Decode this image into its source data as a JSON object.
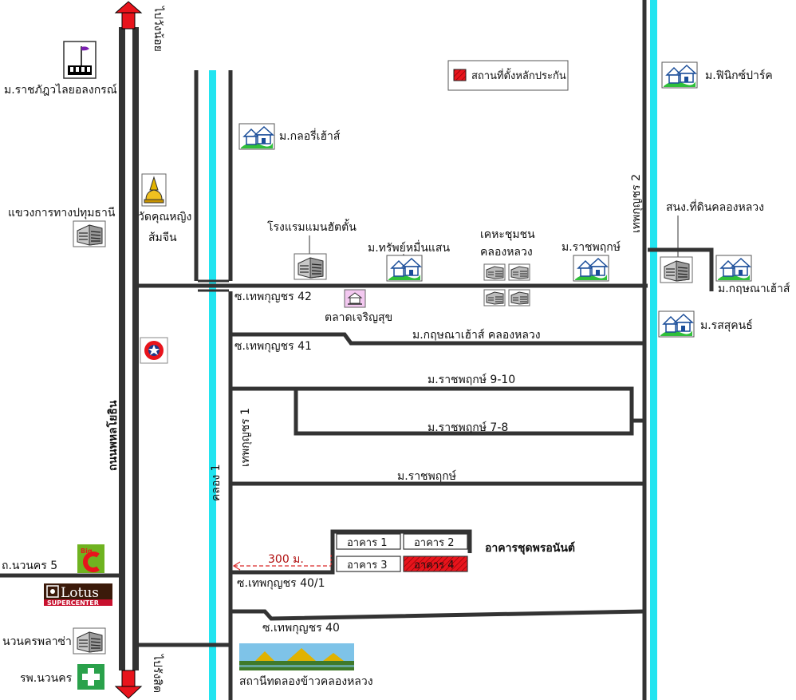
{
  "legend": {
    "label": "สถานที่ตั้งหลักประกัน",
    "swatch_color": "#e8141c"
  },
  "colors": {
    "road": "#333333",
    "canal": "#22e4f0",
    "highlight": "#e8141c",
    "arrow": "#e8141c",
    "distance_line": "#d92a2a"
  },
  "highway": {
    "name": "ถนนพหลโยธิน",
    "to_north": "ไปรังสิต",
    "to_north_top": "ไปวังน้อย"
  },
  "canals": {
    "canal1": "คลอง 1"
  },
  "roads": {
    "nawanakorn5": "ถ.นวนคร 5",
    "soi42": "ซ.เทพกุญชร 42",
    "soi41": "ซ.เทพกุญชร 41",
    "soi40_1": "ซ.เทพกุญชร 40/1",
    "soi40": "ซ.เทพกุญชร 40",
    "thepkunchon1": "เทพกุญชร 1",
    "thepkunchon2": "เทพกุญชร 2",
    "kritsana_khlong": "ม.กฤษณาเฮ้าส์ คลองหลวง",
    "rachaphruek9_10": "ม.ราชพฤกษ์ 9-10",
    "rachaphruek7_8": "ม.ราชพฤกษ์ 7-8",
    "rachaphruek": "ม.ราชพฤกษ์"
  },
  "places": {
    "rajabhat": "ม.ราชภัฎวไลยอลงกรณ์",
    "highway_dept": "แขวงการทางปทุมธานี",
    "wat": "วัดคุณหญิง\nส้มจีน",
    "wat_line1": "วัดคุณหญิง",
    "wat_line2": "ส้มจีน",
    "glory_house": "ม.กลอรี่เฮ้าส์",
    "hotel": "โรงแรมแมนฮัตตั้น",
    "sap_muen_saen": "ม.ทรัพย์หมื่นแสน",
    "community_line1": "เคหะชุมชน",
    "community_line2": "คลองหลวง",
    "rachaphruek_top": "ม.ราชพฤกษ์",
    "market": "ตลาดเจริญสุข",
    "phoenix_park": "ม.ฟินิกซ์ปาร์ค",
    "land_office": "สนง.ที่ดินคลองหลวง",
    "kritsana_house": "ม.กฤษณาเฮ้าส์",
    "rotsukon": "ม.รสสุคนธ์",
    "nawanakorn_plaza": "นวนครพลาซ่า",
    "hospital": "รพ.นวนคร",
    "lotus_name": "Lotus",
    "lotus_sub": "SUPERCENTER",
    "bigc": "Big C",
    "golf": "สถานีทดลองข้าวคลองหลวง"
  },
  "buildings": {
    "b1": "อาคาร 1",
    "b2": "อาคาร 2",
    "b3": "อาคาร 3",
    "b4": "อาคาร 4",
    "complex": "อาคารชุดพรอนันต์",
    "distance": "300 ม."
  }
}
